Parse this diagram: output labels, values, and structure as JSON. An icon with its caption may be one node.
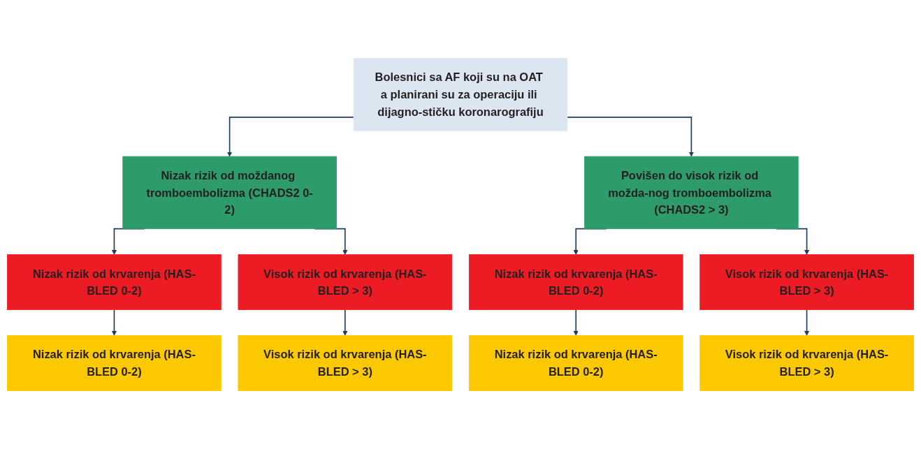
{
  "diagram": {
    "nodes": [
      {
        "text": [
          "Bolesnici sa AF koji su na OAT a planirani su za operaciju ili dijagno-stičku koronarografiju"
        ]
      },
      {
        "text": [
          "Nizak rizik od moždanog tromboembolizma (CHADS2 0-2)"
        ]
      },
      {
        "text": [
          "Povišen do visok rizik od možda-nog tromboembolizma (CHADS2 > 3)"
        ]
      },
      {
        "text": [
          "Nizak rizik od krvarenja (HAS-BLED 0-2)"
        ]
      },
      {
        "text": [
          "Visok rizik od krvarenja (HAS-BLED > 3)"
        ]
      },
      {
        "text": [
          "Nizak rizik od krvarenja (HAS-BLED 0-2)"
        ]
      },
      {
        "text": [
          "Visok rizik od krvarenja (HAS-BLED > 3)"
        ]
      },
      {
        "text": [
          "Nizak rizik od krvarenja (HAS-BLED 0-2)"
        ]
      },
      {
        "text": [
          "Visok rizik od krvarenja (HAS-BLED > 3)"
        ]
      },
      {
        "text": [
          "Nizak rizik od krvarenja (HAS-BLED 0-2)"
        ]
      },
      {
        "text": [
          "Visok rizik od krvarenja (HAS-BLED > 3)"
        ]
      }
    ],
    "edges": [
      {
        "from": 0,
        "to": 1,
        "arrow": "to"
      },
      {
        "from": 0,
        "to": 2,
        "arrow": "to"
      },
      {
        "from": 1,
        "to": 3,
        "arrow": "to"
      },
      {
        "from": 1,
        "to": 4,
        "arrow": "to"
      },
      {
        "from": 2,
        "to": 5,
        "arrow": "to"
      },
      {
        "from": 2,
        "to": 6,
        "arrow": "to"
      },
      {
        "from": 3,
        "to": 7,
        "arrow": "to"
      },
      {
        "from": 4,
        "to": 8,
        "arrow": "to"
      },
      {
        "from": 5,
        "to": 9,
        "arrow": "to"
      },
      {
        "from": 6,
        "to": 10,
        "arrow": "to"
      }
    ]
  }
}
